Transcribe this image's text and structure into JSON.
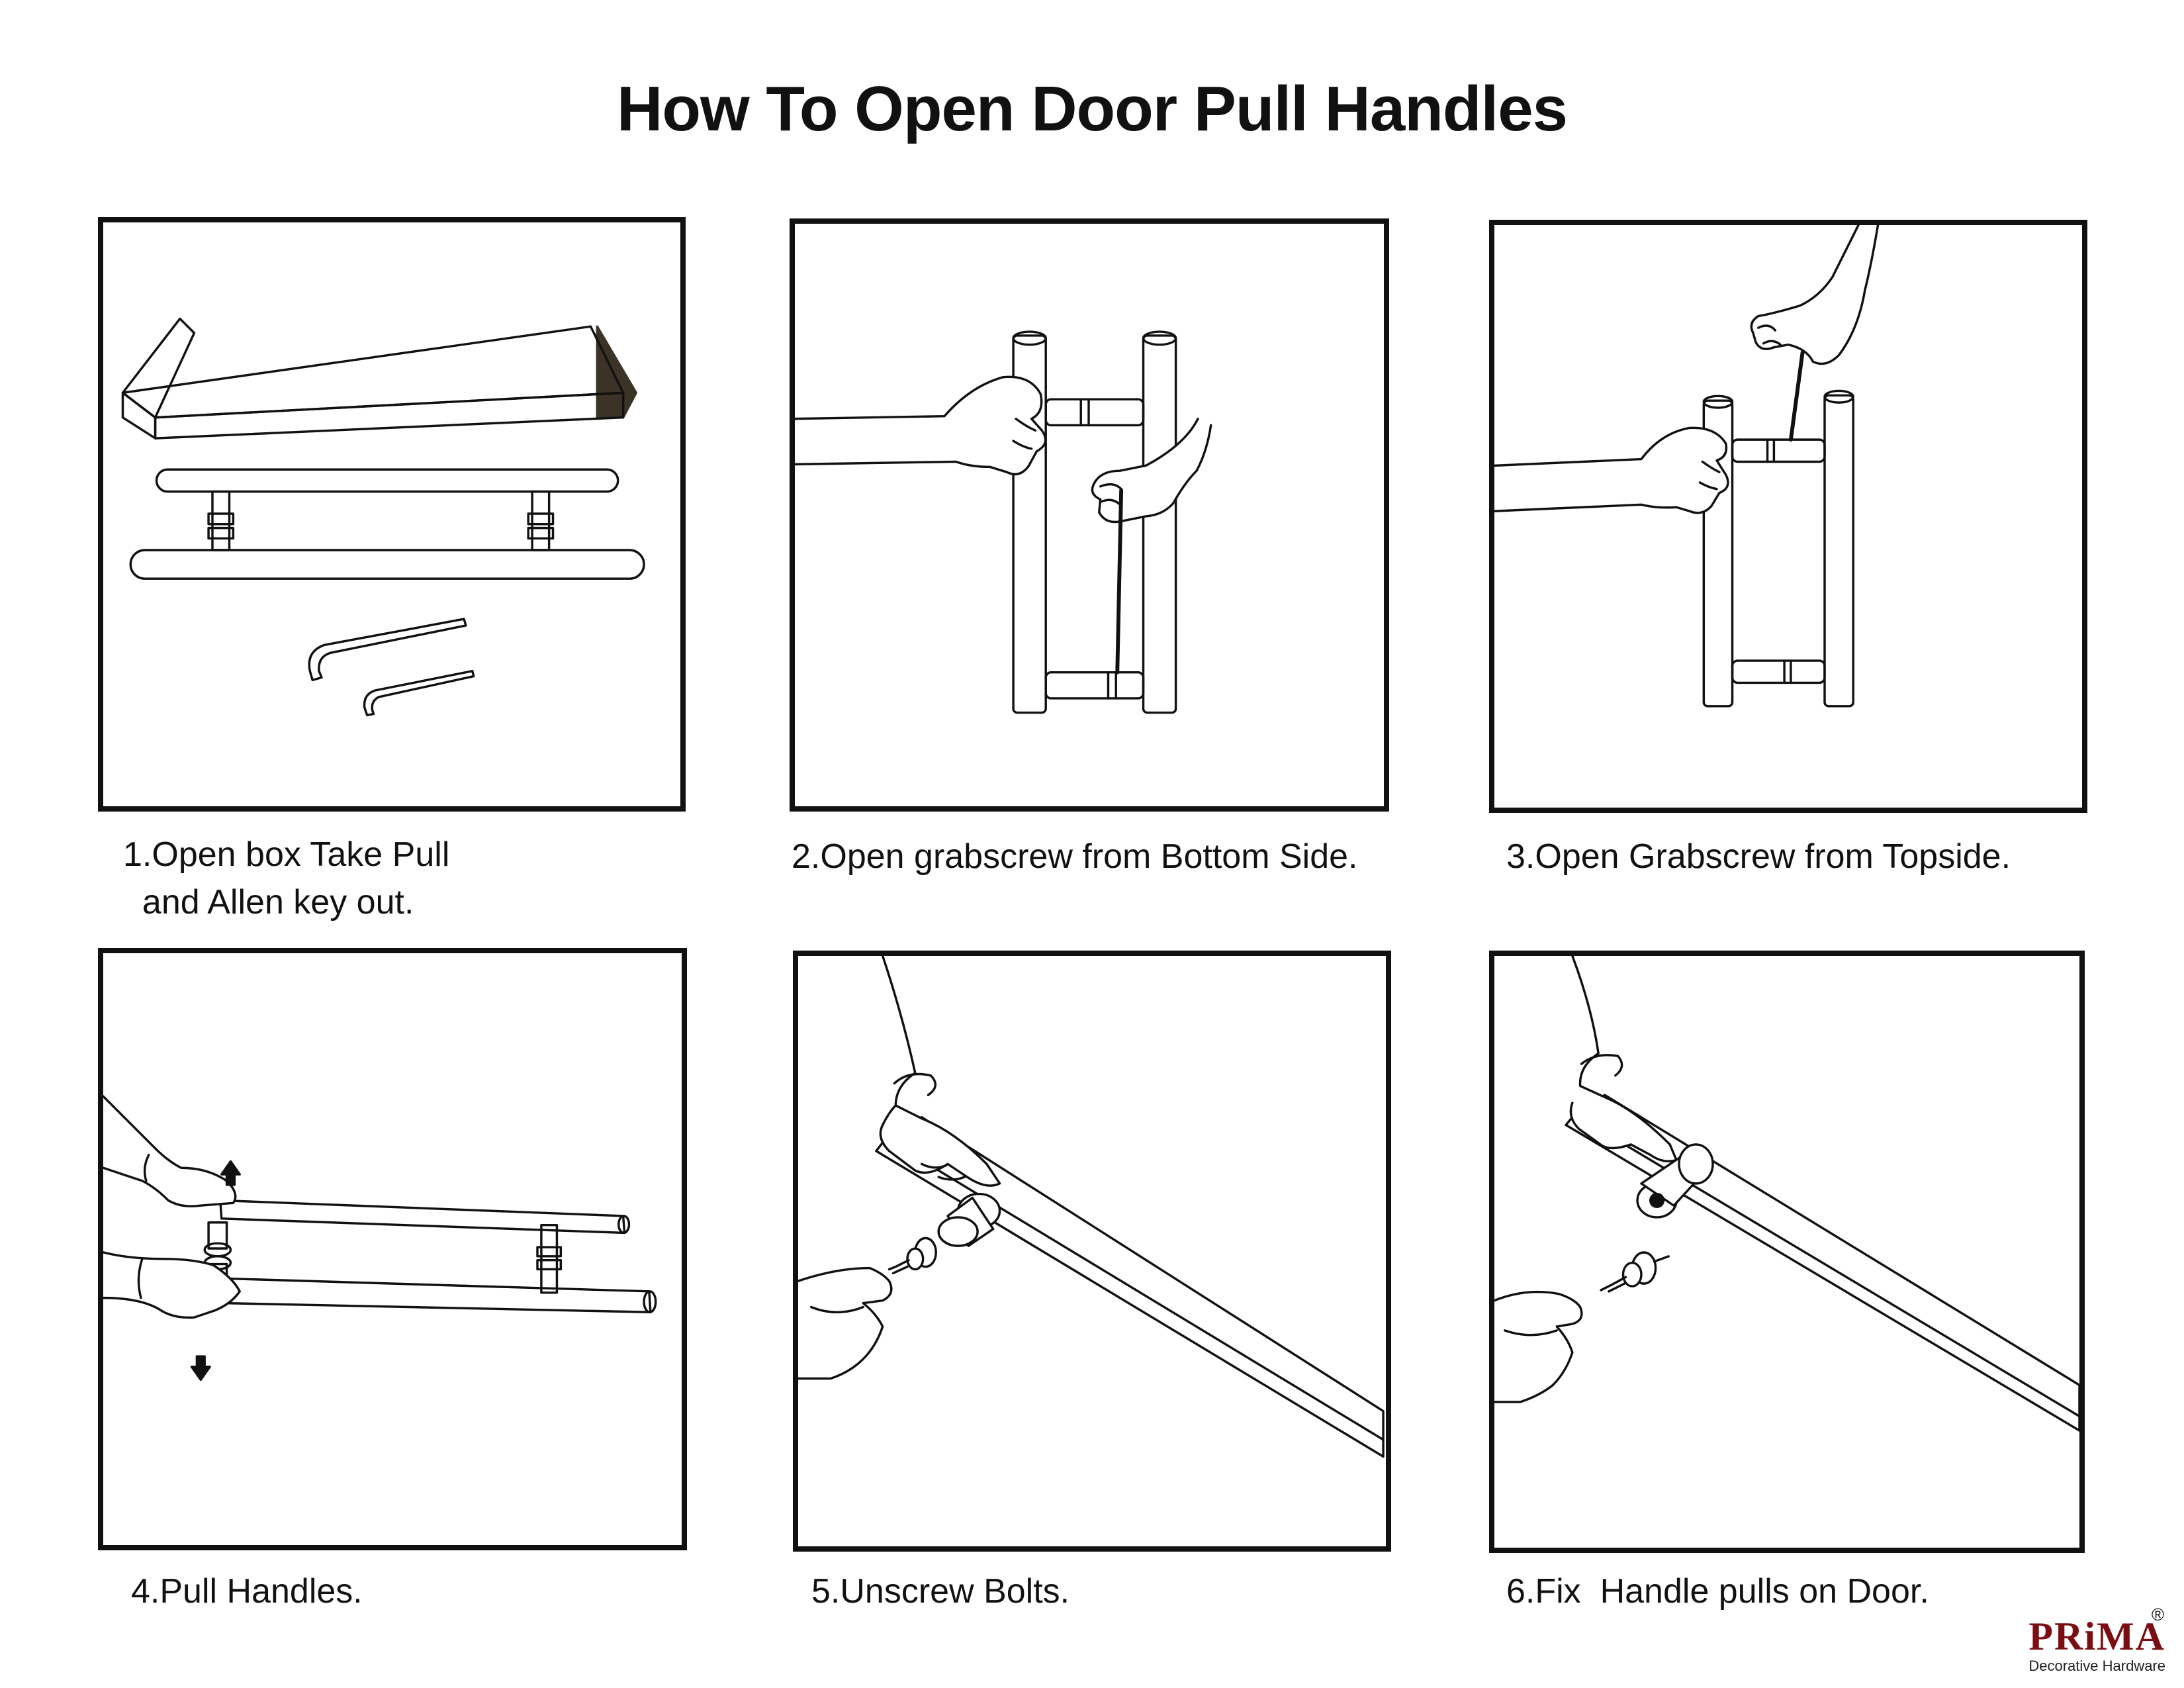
{
  "title": "How To Open Door Pull Handles",
  "steps": [
    {
      "caption": "1.Open box Take Pull\n  and Allen key out."
    },
    {
      "caption": "2.Open grabscrew from Bottom Side."
    },
    {
      "caption": "3.Open Grabscrew from Topside."
    },
    {
      "caption": "4.Pull Handles."
    },
    {
      "caption": "5.Unscrew Bolts."
    },
    {
      "caption": "6.Fix  Handle pulls on Door."
    }
  ],
  "logo": {
    "brand": "PRiMA",
    "registered": "®",
    "tagline": "Decorative Hardware"
  },
  "colors": {
    "ink": "#111111",
    "box_shadow": "#3a3326",
    "brand": "#7a0e12"
  }
}
